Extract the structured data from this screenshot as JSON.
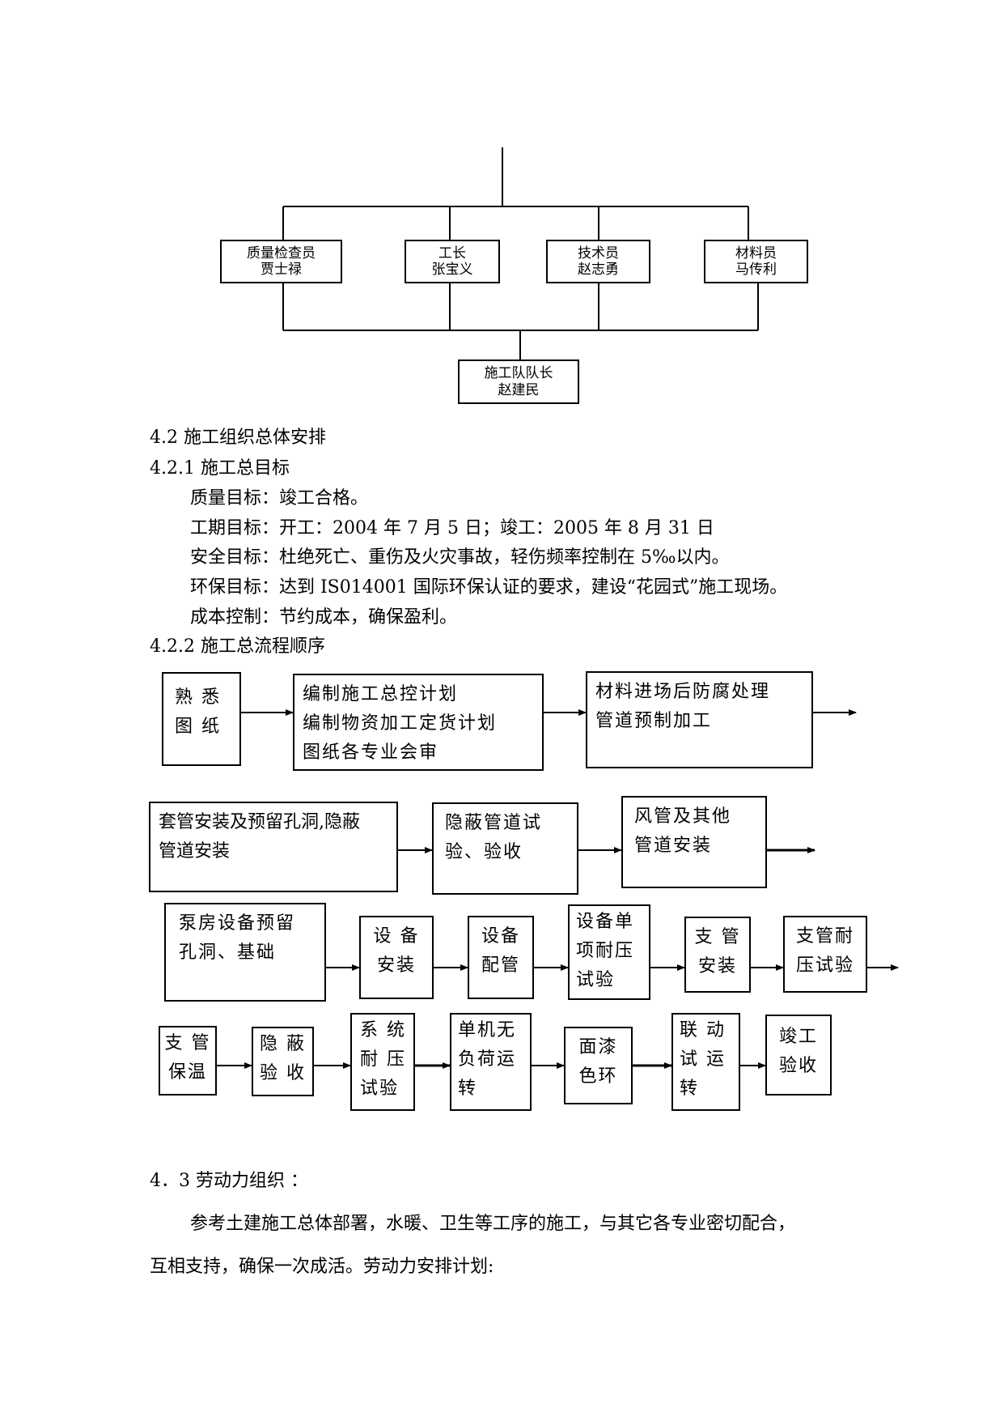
{
  "org_chart": {
    "top_row": [
      {
        "role": "质量检查员",
        "name": "贾士禄"
      },
      {
        "role": "工长",
        "name": "张宝义"
      },
      {
        "role": "技术员",
        "name": "赵志勇"
      },
      {
        "role": "材料员",
        "name": "马传利"
      }
    ],
    "bottom": {
      "role": "施工队队长",
      "name": "赵建民"
    }
  },
  "section_4_2": {
    "heading": "4.2 施工组织总体安排",
    "sub_4_2_1": "4.2.1 施工总目标",
    "goals": [
      "质量目标：竣工合格。",
      "工期目标：开工：2004 年 7 月 5 日；竣工：2005 年 8 月 31 日",
      "安全目标：杜绝死亡、重伤及火灾事故，轻伤频率控制在 5‰以内。",
      "环保目标：达到 IS014001 国际环保认证的要求，建设“花园式”施工现场。",
      "成本控制：节约成本，确保盈利。"
    ],
    "sub_4_2_2": "4.2.2 施工总流程顺序"
  },
  "flow": {
    "row1": [
      [
        "熟 悉",
        "图 纸"
      ],
      [
        "编制施工总控计划",
        "编制物资加工定货计划",
        "图纸各专业会审"
      ],
      [
        "材料进场后防腐处理",
        "管道预制加工"
      ]
    ],
    "row2": [
      [
        "套管安装及预留孔洞,隐蔽",
        "管道安装"
      ],
      [
        "隐蔽管道试",
        "验、验收"
      ],
      [
        "风管及其他",
        "管道安装"
      ]
    ],
    "row3": [
      [
        "泵房设备预留",
        "孔洞、基础"
      ],
      [
        "设 备",
        "安装"
      ],
      [
        "设备",
        "配管"
      ],
      [
        "设备单",
        "项耐压",
        "试验"
      ],
      [
        "支 管",
        "安装"
      ],
      [
        "支管耐",
        "压试验"
      ]
    ],
    "row4": [
      [
        "支 管",
        "保温"
      ],
      [
        "隐 蔽",
        "验 收"
      ],
      [
        "系 统",
        "耐 压",
        "试验"
      ],
      [
        "单机无",
        "负荷运",
        "转"
      ],
      [
        "面漆",
        "色环"
      ],
      [
        "联 动",
        "试 运",
        "转"
      ],
      [
        "竣工",
        "验收"
      ]
    ]
  },
  "section_4_3": {
    "heading": "4．3 劳动力组织 ：",
    "para_line1": "参考土建施工总体部署，水暖、卫生等工序的施工，与其它各专业密切配合，",
    "para_line2": "互相支持，确保一次成活。劳动力安排计划:"
  }
}
